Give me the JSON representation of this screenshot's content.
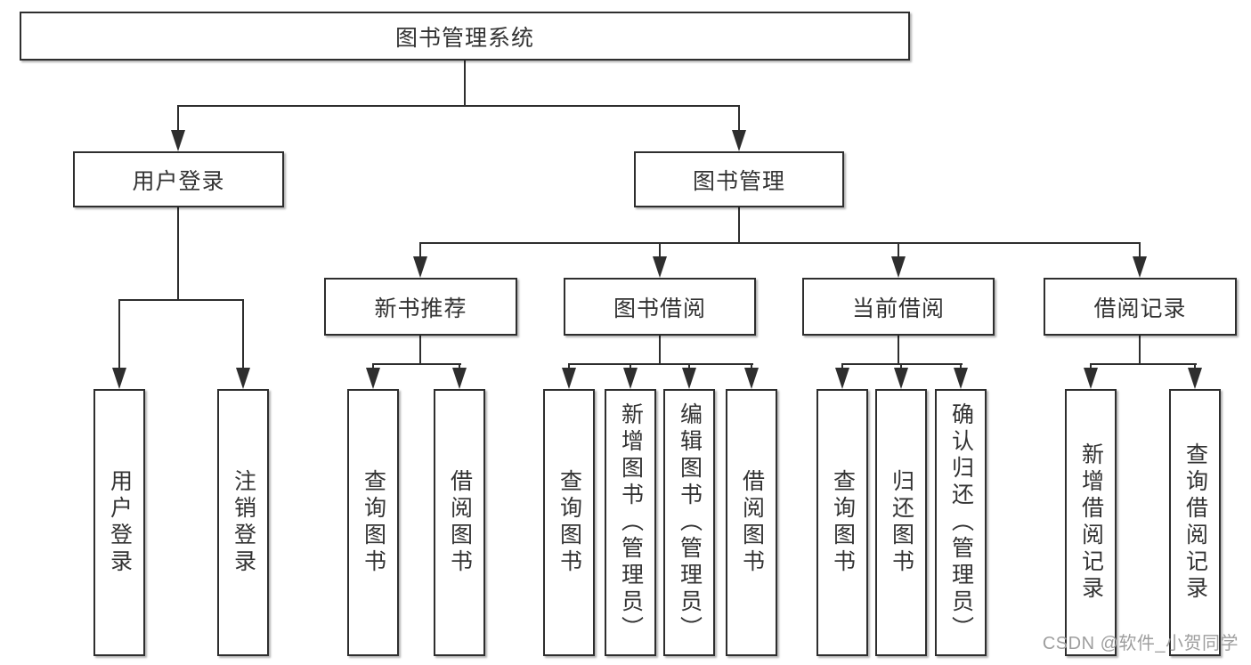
{
  "diagram_type": "tree",
  "hierarchy": {
    "label": "图书管理系统",
    "children": [
      {
        "label": "用户登录",
        "children": [
          {
            "label": "用户登录"
          },
          {
            "label": "注销登录"
          }
        ]
      },
      {
        "label": "图书管理",
        "children": [
          {
            "label": "新书推荐",
            "children": [
              {
                "label": "查询图书"
              },
              {
                "label": "借阅图书"
              }
            ]
          },
          {
            "label": "图书借阅",
            "children": [
              {
                "label": "查询图书"
              },
              {
                "label": "新增图书（管理员）"
              },
              {
                "label": "编辑图书（管理员）"
              },
              {
                "label": "借阅图书"
              }
            ]
          },
          {
            "label": "当前借阅",
            "children": [
              {
                "label": "查询图书"
              },
              {
                "label": "归还图书"
              },
              {
                "label": "确认归还（管理员）"
              }
            ]
          },
          {
            "label": "借阅记录",
            "children": [
              {
                "label": "新增借阅记录"
              },
              {
                "label": "查询借阅记录"
              }
            ]
          }
        ]
      }
    ]
  },
  "watermark": {
    "text": "CSDN @软件_小贺同学"
  },
  "colors": {
    "background": "#ffffff",
    "line": "#2e2e2e",
    "node_border": "#2e2e2e",
    "text": "#333333",
    "watermark": "#9e9e9e"
  }
}
